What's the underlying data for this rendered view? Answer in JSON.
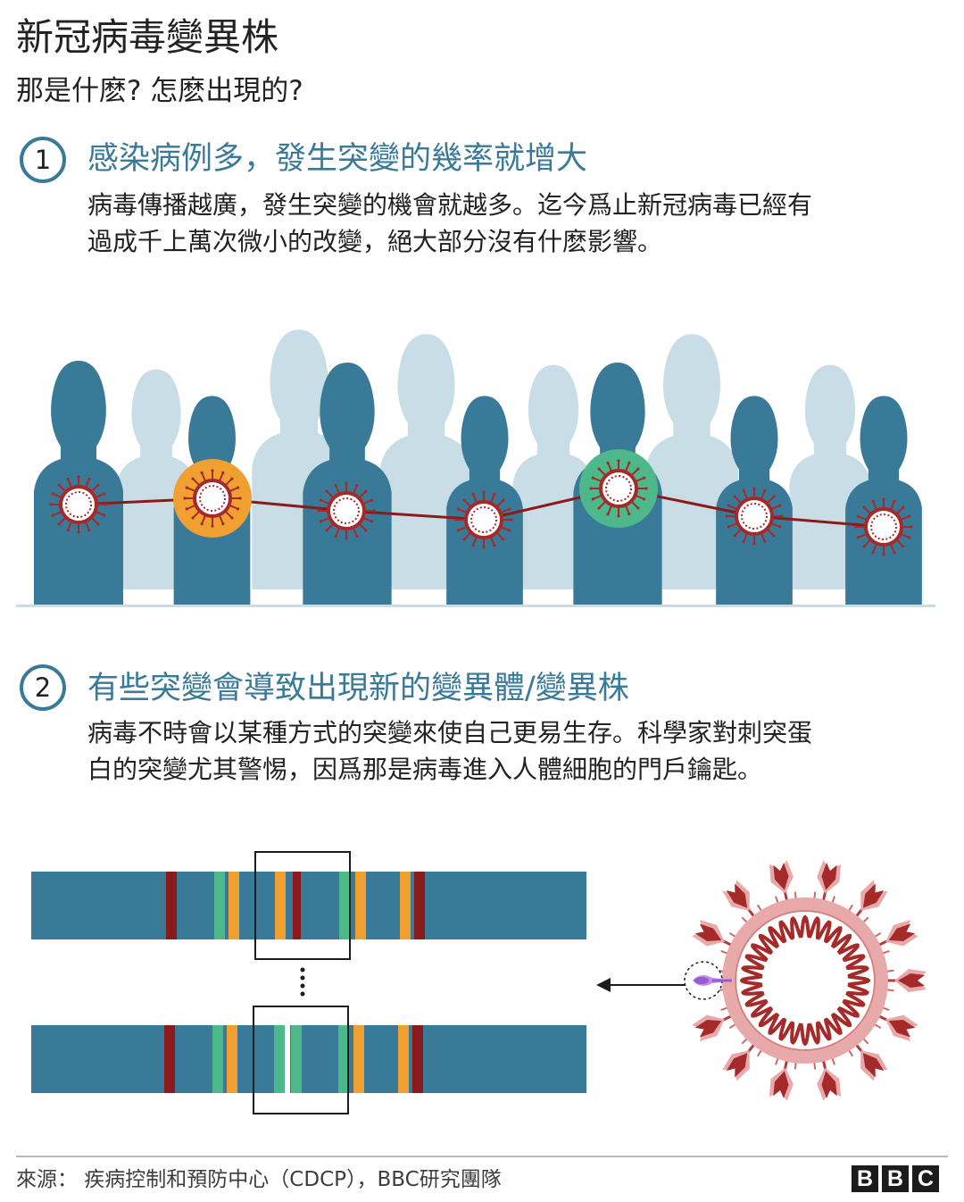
{
  "header": {
    "title": "新冠病毒變異株",
    "subtitle": "那是什麽? 怎麽出現的?"
  },
  "steps": [
    {
      "number": "1",
      "heading": "感染病例多，發生突變的幾率就增大",
      "body": [
        "病毒傳播越廣，發生突變的機會就越多。迄今爲止新冠病毒已經有",
        "過成千上萬次微小的改變，絕大部分沒有什麽影響。"
      ]
    },
    {
      "number": "2",
      "heading": "有些突變會導致出現新的變異體/變異株",
      "body": [
        "病毒不時會以某種方式的突變來使自己更易生存。科學家對刺突蛋",
        "白的突變尤其警惕，因爲那是病毒進入人體細胞的門戶鑰匙。"
      ]
    }
  ],
  "footer": {
    "source": "來源： 疾病控制和預防中心（CDCP），BBC研究團隊",
    "logo_letters": [
      "B",
      "B",
      "C"
    ]
  },
  "colors": {
    "accent_blue": "#3a7a99",
    "person_dark": "#3a7a99",
    "person_light": "#c9dde6",
    "virus_red": "#a52a2a",
    "mutation_orange": "#f0a030",
    "mutation_green": "#4db88a",
    "marker_darkred": "#8b1a1a",
    "spike_purple": "#9b59d0"
  },
  "transmission_chain": [
    {
      "person": "dark",
      "mutation": "none"
    },
    {
      "person": "dark",
      "mutation": "orange"
    },
    {
      "person": "dark",
      "mutation": "none"
    },
    {
      "person": "dark",
      "mutation": "none"
    },
    {
      "person": "dark",
      "mutation": "green"
    },
    {
      "person": "dark",
      "mutation": "none"
    },
    {
      "person": "dark",
      "mutation": "none"
    }
  ],
  "genome_bands": {
    "original": [
      "darkred",
      "green",
      "orange",
      "orange",
      "darkred",
      "green",
      "orange",
      "orange",
      "darkred"
    ],
    "mutated": [
      "darkred",
      "green",
      "orange",
      "green",
      "green",
      "green",
      "orange",
      "orange",
      "darkred"
    ]
  }
}
